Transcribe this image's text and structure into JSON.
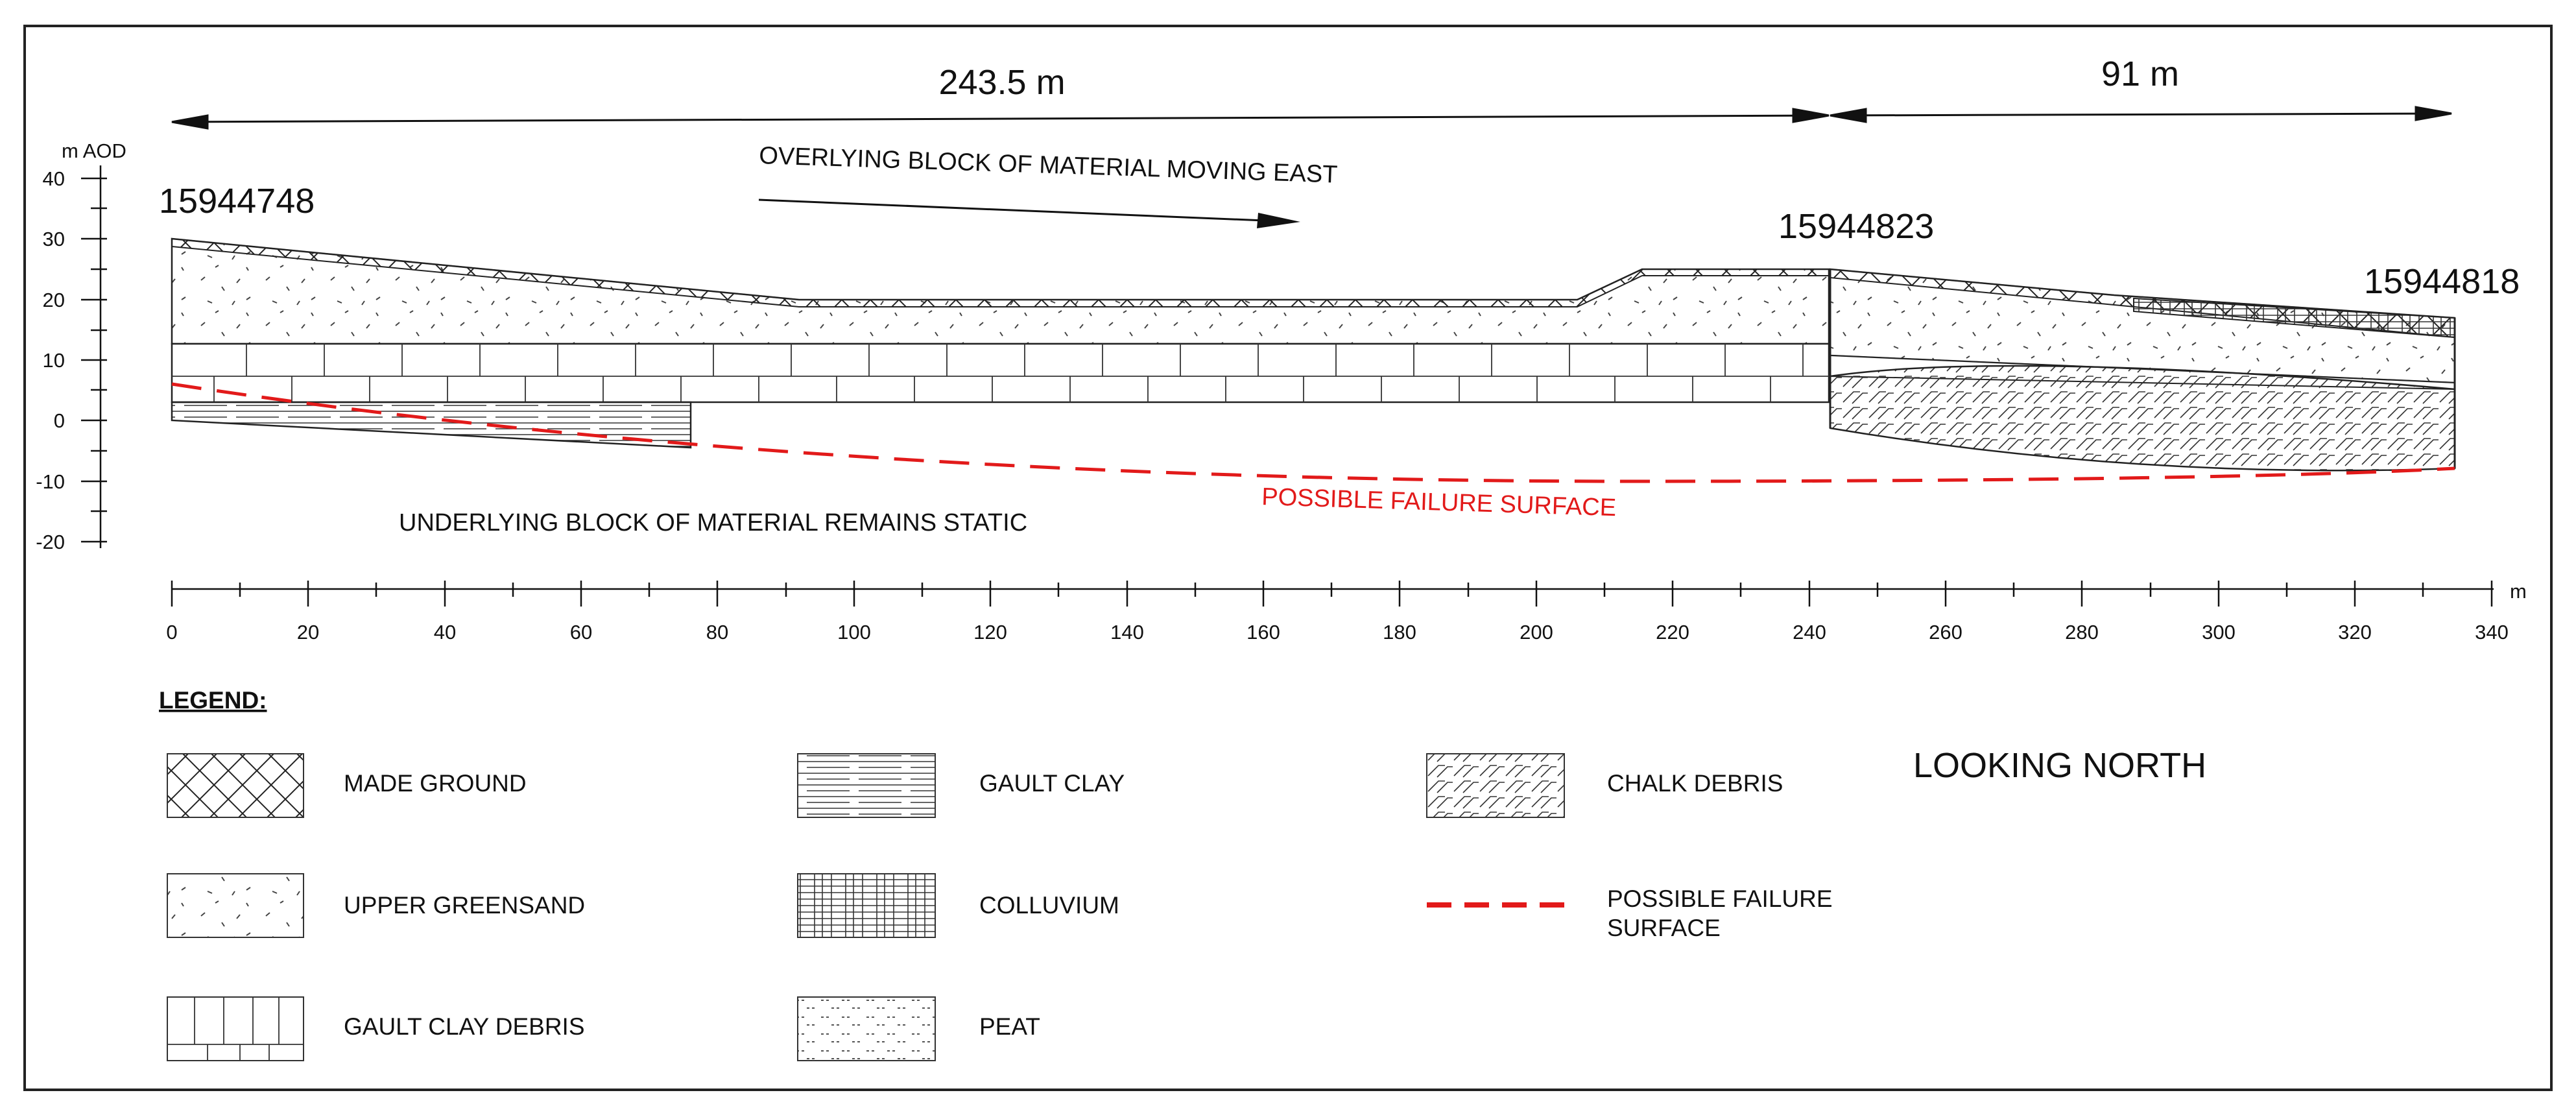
{
  "dimensions": {
    "left_span": "243.5 m",
    "right_span": "91 m"
  },
  "y_axis": {
    "unit": "m AOD",
    "ticks": [
      "40",
      "30",
      "20",
      "10",
      "0",
      "-10",
      "-20"
    ]
  },
  "x_axis": {
    "unit": "m",
    "ticks": [
      "0",
      "20",
      "40",
      "60",
      "80",
      "100",
      "120",
      "140",
      "160",
      "180",
      "200",
      "220",
      "240",
      "260",
      "280",
      "300",
      "320",
      "340"
    ]
  },
  "boreholes": {
    "left": "15944748",
    "middle": "15944823",
    "right": "15944818"
  },
  "annotations": {
    "overlying": "OVERLYING BLOCK OF MATERIAL MOVING EAST",
    "underlying": "UNDERLYING BLOCK OF MATERIAL REMAINS STATIC",
    "failure": "POSSIBLE FAILURE SURFACE"
  },
  "legend": {
    "title": "LEGEND:",
    "items": [
      {
        "pattern": "made-ground",
        "label": "MADE GROUND"
      },
      {
        "pattern": "upper-greensand",
        "label": "UPPER GREENSAND"
      },
      {
        "pattern": "gault-clay-debris",
        "label": "GAULT CLAY DEBRIS"
      },
      {
        "pattern": "gault-clay",
        "label": "GAULT CLAY"
      },
      {
        "pattern": "colluvium",
        "label": "COLLUVIUM"
      },
      {
        "pattern": "peat",
        "label": "PEAT"
      },
      {
        "pattern": "chalk-debris",
        "label": "CHALK DEBRIS"
      },
      {
        "pattern": "failure-line",
        "label": "POSSIBLE FAILURE",
        "label2": "SURFACE"
      }
    ]
  },
  "view": "LOOKING NORTH",
  "colors": {
    "failure_line": "#e21a1a",
    "ink": "#111111",
    "frame": "#222222"
  }
}
